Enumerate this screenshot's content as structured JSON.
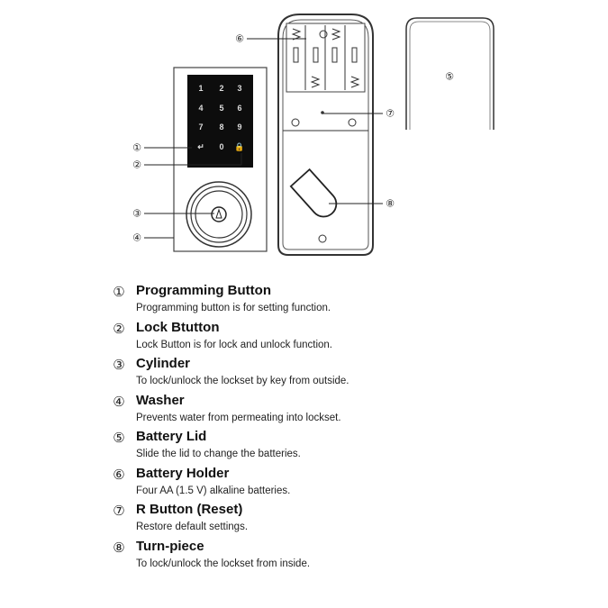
{
  "diagram": {
    "keypad_keys": [
      "1",
      "2",
      "3",
      "4",
      "5",
      "6",
      "7",
      "8",
      "9",
      "↵",
      "0",
      "🔒"
    ],
    "callouts": [
      "①",
      "②",
      "③",
      "④",
      "⑤",
      "⑥",
      "⑦",
      "⑧"
    ]
  },
  "legend": [
    {
      "num": "①",
      "title": "Programming Button",
      "desc": "Programming button is for setting function."
    },
    {
      "num": "②",
      "title": "Lock Btutton",
      "desc": "Lock Button is for lock and unlock function."
    },
    {
      "num": "③",
      "title": "Cylinder",
      "desc": "To lock/unlock the lockset by key from outside."
    },
    {
      "num": "④",
      "title": "Washer",
      "desc": "Prevents water from permeating into lockset."
    },
    {
      "num": "⑤",
      "title": "Battery Lid",
      "desc": "Slide the lid to change the batteries."
    },
    {
      "num": "⑥",
      "title": "Battery Holder",
      "desc": "Four AA (1.5 V) alkaline batteries."
    },
    {
      "num": "⑦",
      "title": "R Button (Reset)",
      "desc": "Restore default settings."
    },
    {
      "num": "⑧",
      "title": "Turn-piece",
      "desc": "To lock/unlock the lockset from inside."
    }
  ]
}
